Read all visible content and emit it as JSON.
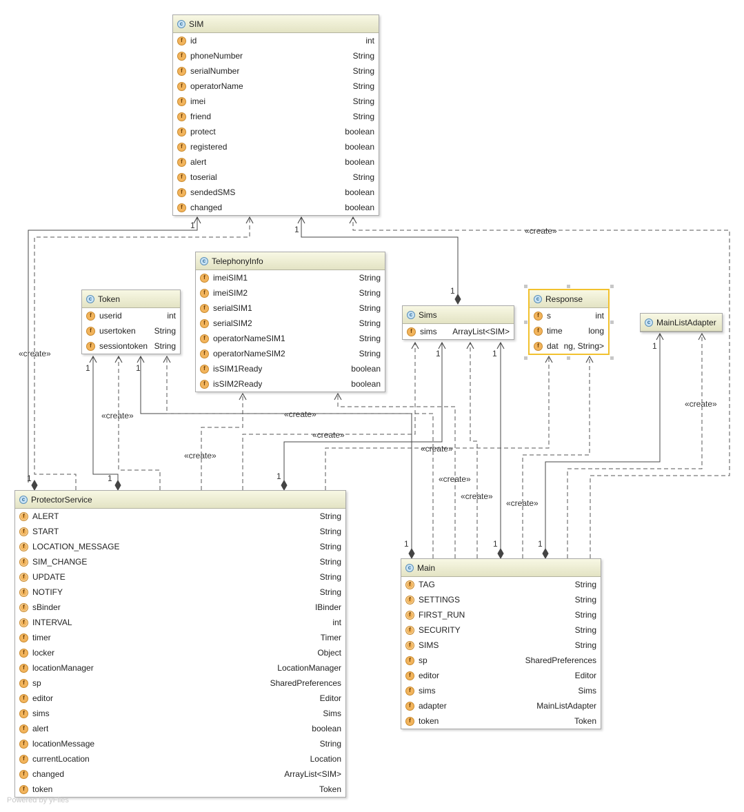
{
  "classes": [
    {
      "name": "SIM",
      "icon": "class-icon",
      "fields": [
        {
          "name": "id",
          "type": "int",
          "icon": "field-icon"
        },
        {
          "name": "phoneNumber",
          "type": "String",
          "icon": "field-icon"
        },
        {
          "name": "serialNumber",
          "type": "String",
          "icon": "field-icon"
        },
        {
          "name": "operatorName",
          "type": "String",
          "icon": "field-icon"
        },
        {
          "name": "imei",
          "type": "String",
          "icon": "field-icon"
        },
        {
          "name": "friend",
          "type": "String",
          "icon": "field-icon"
        },
        {
          "name": "protect",
          "type": "boolean",
          "icon": "field-icon"
        },
        {
          "name": "registered",
          "type": "boolean",
          "icon": "field-icon"
        },
        {
          "name": "alert",
          "type": "boolean",
          "icon": "field-icon"
        },
        {
          "name": "toserial",
          "type": "String",
          "icon": "field-icon"
        },
        {
          "name": "sendedSMS",
          "type": "boolean",
          "icon": "field-icon"
        },
        {
          "name": "changed",
          "type": "boolean",
          "icon": "field-icon"
        }
      ]
    },
    {
      "name": "TelephonyInfo",
      "icon": "class-icon",
      "fields": [
        {
          "name": "imeiSIM1",
          "type": "String",
          "icon": "field-icon"
        },
        {
          "name": "imeiSIM2",
          "type": "String",
          "icon": "field-icon"
        },
        {
          "name": "serialSIM1",
          "type": "String",
          "icon": "field-icon"
        },
        {
          "name": "serialSIM2",
          "type": "String",
          "icon": "field-icon"
        },
        {
          "name": "operatorNameSIM1",
          "type": "String",
          "icon": "field-icon"
        },
        {
          "name": "operatorNameSIM2",
          "type": "String",
          "icon": "field-icon"
        },
        {
          "name": "isSIM1Ready",
          "type": "boolean",
          "icon": "field-icon"
        },
        {
          "name": "isSIM2Ready",
          "type": "boolean",
          "icon": "field-icon"
        }
      ]
    },
    {
      "name": "Token",
      "icon": "class-icon",
      "fields": [
        {
          "name": "userid",
          "type": "int",
          "icon": "field-icon"
        },
        {
          "name": "usertoken",
          "type": "String",
          "icon": "field-icon"
        },
        {
          "name": "sessiontoken",
          "type": "String",
          "icon": "field-icon"
        }
      ]
    },
    {
      "name": "Sims",
      "icon": "class-icon",
      "fields": [
        {
          "name": "sims",
          "type": "ArrayList<SIM>",
          "icon": "field-icon"
        }
      ]
    },
    {
      "name": "Response",
      "icon": "class-icon",
      "fields": [
        {
          "name": "s",
          "type": "int",
          "icon": "field-icon"
        },
        {
          "name": "time",
          "type": "long",
          "icon": "field-icon"
        },
        {
          "name": "data",
          "type": "ng, String>",
          "icon": "field-icon"
        }
      ]
    },
    {
      "name": "MainListAdapter",
      "icon": "class-icon",
      "fields": []
    },
    {
      "name": "ProtectorService",
      "icon": "class-icon",
      "fields": [
        {
          "name": "ALERT",
          "type": "String",
          "icon": "static-field-icon"
        },
        {
          "name": "START",
          "type": "String",
          "icon": "static-field-icon"
        },
        {
          "name": "LOCATION_MESSAGE",
          "type": "String",
          "icon": "static-field-icon"
        },
        {
          "name": "SIM_CHANGE",
          "type": "String",
          "icon": "static-field-icon"
        },
        {
          "name": "UPDATE",
          "type": "String",
          "icon": "static-field-icon"
        },
        {
          "name": "NOTIFY",
          "type": "String",
          "icon": "static-field-icon"
        },
        {
          "name": "sBinder",
          "type": "IBinder",
          "icon": "static-field-icon"
        },
        {
          "name": "INTERVAL",
          "type": "int",
          "icon": "static-field-icon"
        },
        {
          "name": "timer",
          "type": "Timer",
          "icon": "field-icon"
        },
        {
          "name": "locker",
          "type": "Object",
          "icon": "field-icon"
        },
        {
          "name": "locationManager",
          "type": "LocationManager",
          "icon": "field-icon"
        },
        {
          "name": "sp",
          "type": "SharedPreferences",
          "icon": "field-icon"
        },
        {
          "name": "editor",
          "type": "Editor",
          "icon": "field-icon"
        },
        {
          "name": "sims",
          "type": "Sims",
          "icon": "field-icon"
        },
        {
          "name": "alert",
          "type": "boolean",
          "icon": "field-icon"
        },
        {
          "name": "locationMessage",
          "type": "String",
          "icon": "field-icon"
        },
        {
          "name": "currentLocation",
          "type": "Location",
          "icon": "field-icon"
        },
        {
          "name": "changed",
          "type": "ArrayList<SIM>",
          "icon": "field-icon"
        },
        {
          "name": "token",
          "type": "Token",
          "icon": "field-icon"
        }
      ]
    },
    {
      "name": "Main",
      "icon": "class-icon",
      "fields": [
        {
          "name": "TAG",
          "type": "String",
          "icon": "static-field-icon"
        },
        {
          "name": "SETTINGS",
          "type": "String",
          "icon": "static-field-icon"
        },
        {
          "name": "FIRST_RUN",
          "type": "String",
          "icon": "static-field-icon"
        },
        {
          "name": "SECURITY",
          "type": "String",
          "icon": "static-field-icon"
        },
        {
          "name": "SIMS",
          "type": "String",
          "icon": "static-field-icon"
        },
        {
          "name": "sp",
          "type": "SharedPreferences",
          "icon": "field-icon"
        },
        {
          "name": "editor",
          "type": "Editor",
          "icon": "field-icon"
        },
        {
          "name": "sims",
          "type": "Sims",
          "icon": "field-icon"
        },
        {
          "name": "adapter",
          "type": "MainListAdapter",
          "icon": "field-icon"
        },
        {
          "name": "token",
          "type": "Token",
          "icon": "field-icon"
        }
      ]
    }
  ],
  "edge_labels": {
    "create": "«create»",
    "one": "1"
  },
  "footer": "Powered by yFiles",
  "colors": {
    "header_gradient_top": "#f8f8e4",
    "header_gradient_bottom": "#e3e3c4",
    "field_icon": "#f2b45c",
    "class_icon": "#c9e3f5",
    "selection_border": "#f2c12e",
    "edge": "#444444"
  }
}
